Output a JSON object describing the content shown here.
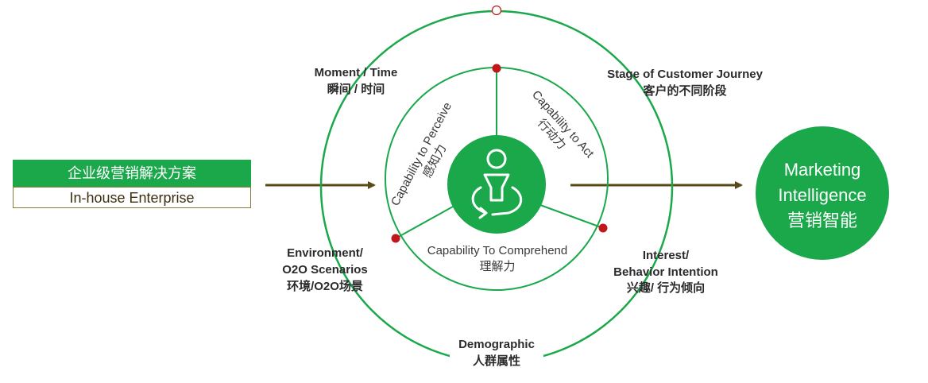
{
  "left_box": {
    "title_zh": "企业级营销解决方案",
    "subtitle_en": "In-house Enterprise"
  },
  "right_circle": {
    "line1": "Marketing",
    "line2": "Intelligence",
    "line3": "营销智能"
  },
  "outer_labels": {
    "moment": {
      "en": "Moment / Time",
      "zh": "瞬间 / 时间"
    },
    "stage": {
      "en": "Stage of Customer Journey",
      "zh": "客户的不同阶段"
    },
    "environment": {
      "en1": "Environment/",
      "en2": "O2O Scenarios",
      "zh": "环境/O2O场景"
    },
    "interest": {
      "en1": "Interest/",
      "en2": "Behavior Intention",
      "zh": "兴趣/ 行为倾向"
    },
    "demographic": {
      "en": "Demographic",
      "zh": "人群属性"
    }
  },
  "capabilities": {
    "perceive": {
      "en": "Capability to Perceive",
      "zh": "感知力"
    },
    "act": {
      "en": "Capability to Act",
      "zh": "行动力"
    },
    "comprehend": {
      "en": "Capability To Comprehend",
      "zh": "理解力"
    }
  },
  "colors": {
    "green": "#1aa84b",
    "dark_green": "#1c8f3f",
    "arrow": "#5a4a16",
    "dot_red": "#c0171c",
    "text": "#2b2b2b"
  },
  "icons": [
    "person-cycle-icon"
  ]
}
